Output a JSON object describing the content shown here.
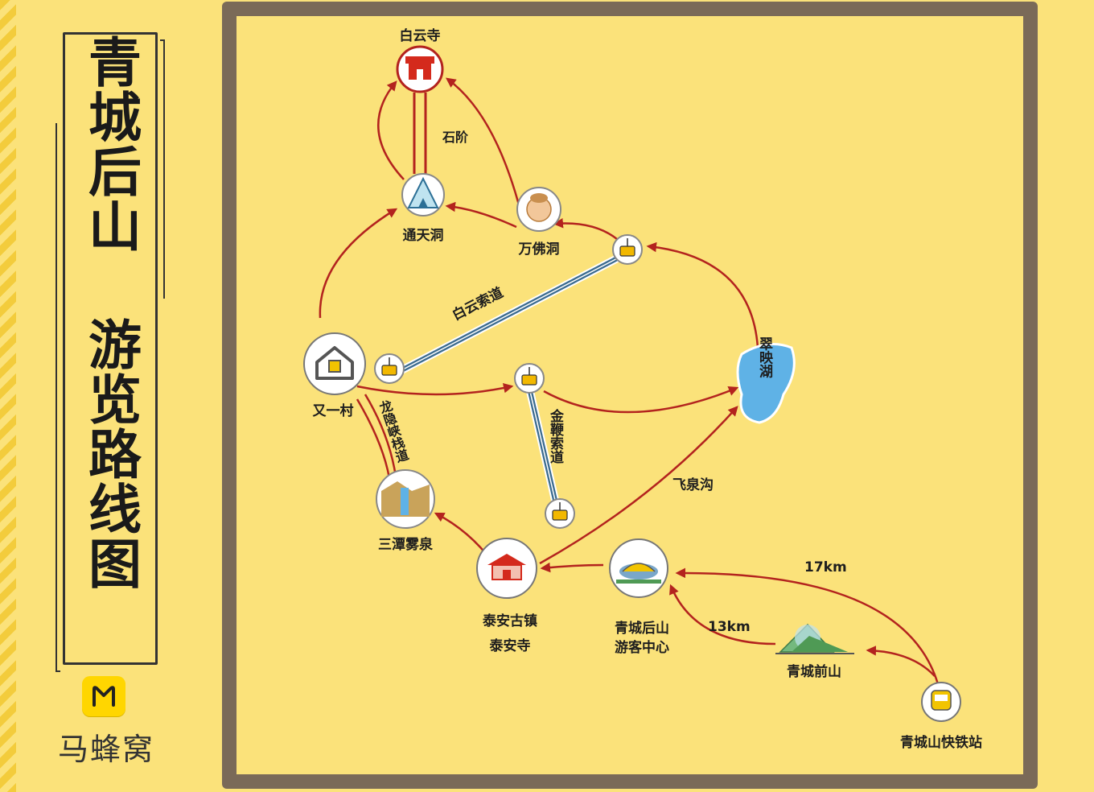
{
  "title": "青城后山 游览路线图",
  "brand": {
    "name": "马蜂窝",
    "icon": "mafengwo-logo-icon",
    "color": "#ffd600"
  },
  "colors": {
    "background": "#fbe27a",
    "frame": "#7a6a58",
    "route": "#b3231e",
    "cableway": "#3a6b8f",
    "lake": "#5fb2e6"
  },
  "places": {
    "baiyunsi": "白云寺",
    "tongtiandong": "通天洞",
    "wanfodong": "万佛洞",
    "youyicun": "又一村",
    "cuiyinghu": "翠映湖",
    "santanwuquan": "三潭雾泉",
    "taian_town": "泰安古镇",
    "taian_temple": "泰安寺",
    "visitor_center_1": "青城后山",
    "visitor_center_2": "游客中心",
    "qianshan": "青城前山",
    "station": "青城山快铁站"
  },
  "routes": {
    "shijie": "石阶",
    "baiyun_cableway": "白云索道",
    "jinbian_cableway": "金鞭索道",
    "longyin_plankway": "龙隐峡栈道",
    "feiquangou": "飞泉沟",
    "dist_17": "17km",
    "dist_13": "13km"
  }
}
